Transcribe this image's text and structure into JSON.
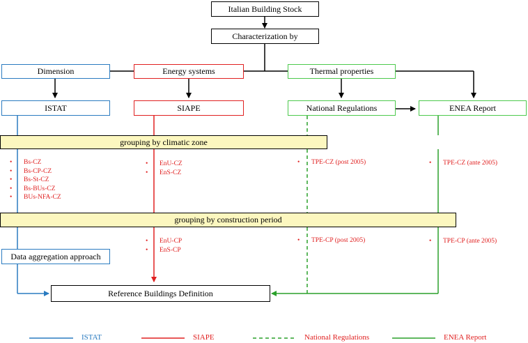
{
  "nodes": {
    "stock": "Italian Building Stock",
    "characterization": "Characterization by",
    "dimension": "Dimension",
    "energy_systems": "Energy systems",
    "thermal_properties": "Thermal properties",
    "istat": "ISTAT",
    "siape": "SIAPE",
    "national_regulations": "National Regulations",
    "enea_report": "ENEA Report",
    "data_aggregation": "Data aggregation approach",
    "reference_buildings": "Reference Buildings Definition"
  },
  "bands": {
    "climatic_zone": "grouping by climatic zone",
    "construction_period": "grouping by construction period"
  },
  "lists": {
    "istat_cz": [
      "Bs-CZ",
      "Bs-CP-CZ",
      "Bs-St-CZ",
      "Bs-BUs-CZ",
      "BUs-NFA-CZ"
    ],
    "siape_cz": [
      "EnU-CZ",
      "EnS-CZ"
    ],
    "natreg_cz": [
      "TPE-CZ (post 2005)"
    ],
    "enea_cz": [
      "TPE-CZ (ante 2005)"
    ],
    "siape_cp": [
      "EnU-CP",
      "EnS-CP"
    ],
    "natreg_cp": [
      "TPE-CP (post 2005)"
    ],
    "enea_cp": [
      "TPE-CP (ante 2005)"
    ]
  },
  "legend": [
    {
      "label": "ISTAT",
      "color": "#2a7bc0",
      "style": "solid"
    },
    {
      "label": "SIAPE",
      "color": "#e02020",
      "style": "solid"
    },
    {
      "label": "National Regulations",
      "color": "#4cc94c",
      "style": "dashed"
    },
    {
      "label": "ENEA Report",
      "color": "#4cc94c",
      "style": "solid"
    }
  ]
}
